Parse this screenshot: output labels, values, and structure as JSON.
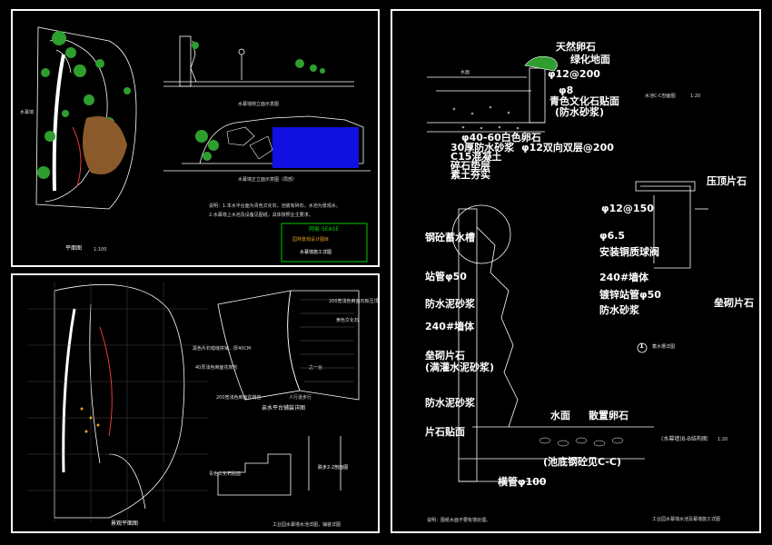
{
  "colors": {
    "background": "#000000",
    "line": "#ffffff",
    "plant": "#2e9e2e",
    "water": "#1010e0",
    "stone": "#8b5a2b",
    "accent": "#e83c3c",
    "green_frame": "#00cc00"
  },
  "panel_a": {
    "plan_title": "平面图",
    "plan_scale": "1:100",
    "north_label": "水幕墙",
    "section_title": "水幕墙侧立面示意图",
    "elevation_title": "水幕墙正立面示意图（局部）",
    "note_1": "说明：1.本水平台面为青色文化石，池底有碎石，水池为景观水。",
    "note_2": "2.水幕墙上水池及设备见图纸，具体按照业主要求。",
    "stamp_title": "网易 SEASE",
    "stamp_line": "园林景观设计图库",
    "stamp_sub": "水幕墙施工详图"
  },
  "panel_b": {
    "plan_title": "景观平面图",
    "platform_title": "亲水平台铺装详图",
    "step_title": "跌步2-2剖面图",
    "detail_title": "工业园水幕墙水池详图，铺装详图",
    "labels": {
      "l1": "200宽浅色麻面石板压顶",
      "l2": "黄色文化石",
      "l3": "黑色片石错缝拼铺，厚40CM",
      "l4": "40厚浅色麻面花岗岩",
      "l5": "200宽浅色麻面花岗岩",
      "l6": "人行道步行",
      "l7": "之一台",
      "l8": "青色文化石贴面"
    }
  },
  "panel_c": {
    "footer_title": "工业园水幕墙水池及幕墙施工详图",
    "footer_note": "说明：图纸水面不要有墙处理。",
    "labels": {
      "tianran": "天然卵石",
      "lvhua": "绿化地面",
      "phi12_200": "φ12@200",
      "qingse": "青色文化石贴面",
      "phi8": "φ8",
      "fangshui": "(防水砂浆)",
      "baise": "φ40-60白色卵石",
      "fangshuijiang": "30厚防水砂浆",
      "phi12_shuang": "φ12双向双层@200",
      "c15": "C15混凝土",
      "suilong": "碎石垫层",
      "sutu": "素土夯实",
      "section_cc": "水池C-C剖面图",
      "scale_1": "1:20",
      "yading": "压顶片石",
      "gangjin": "钢砼蓄水槽",
      "phi12_150": "φ12@150",
      "phi65": "φ6.5",
      "anzhuang": "安装铜质球阀",
      "zhanguan": "站管φ50",
      "qiangti240": "240#墙体",
      "duxin": "镀锌站管φ50",
      "fangshuini": "防水泥砂浆",
      "fangshuisj": "防水砂浆",
      "qiangti2": "240#墙体",
      "leqi": "垒砌片石",
      "leqi2": "(满灌水泥砂浆)",
      "fangshuini2": "防水泥砂浆",
      "pianshi": "片石贴面",
      "shuimian": "水面",
      "sanzhi": "散置卵石",
      "chidi": "(池底钢砼见C-C)",
      "hengguan": "横管φ100",
      "leqi_right": "垒砌片石",
      "detail_1": "蓄水槽详图",
      "detail_num": "1",
      "section_bb": "(水幕墙)B-B结构图",
      "scale_2": "1:20",
      "water_label": "水面"
    }
  }
}
